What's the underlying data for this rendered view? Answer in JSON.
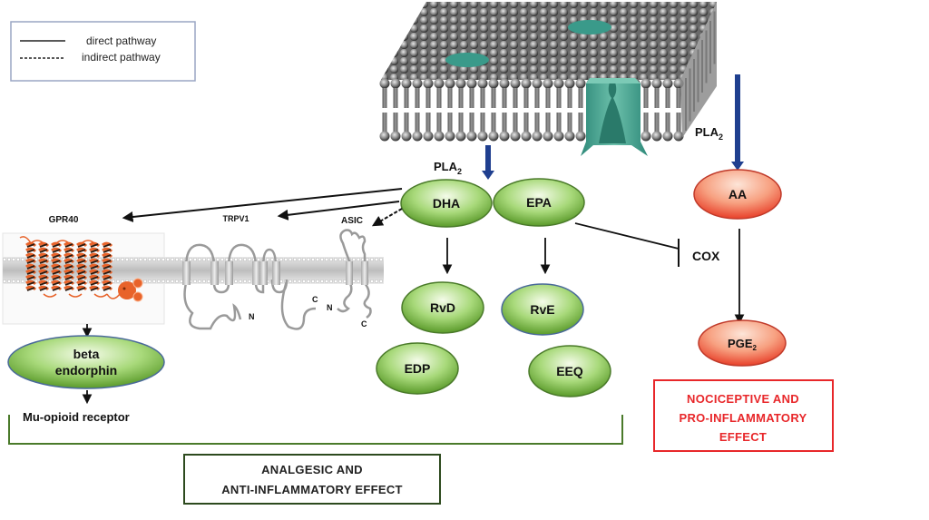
{
  "legend": {
    "items": [
      {
        "style": "solid",
        "label": "direct pathway"
      },
      {
        "style": "dashed",
        "label": "indirect pathway"
      }
    ]
  },
  "enzymes": {
    "pla2_left": {
      "base": "PLA",
      "sub": "2"
    },
    "pla2_right": {
      "base": "PLA",
      "sub": "2"
    }
  },
  "nodes": {
    "dha": "DHA",
    "epa": "EPA",
    "aa": "AA",
    "rvd": "RvD",
    "rve": "RvE",
    "edp": "EDP",
    "eeq": "EEQ",
    "pge2": {
      "base": "PGE",
      "sub": "2"
    },
    "beta_endorphin": {
      "line1": "beta",
      "line2": "endorphin"
    }
  },
  "receptors": {
    "gpr40": "GPR40",
    "trpv1": "TRPV1",
    "asic": "ASIC",
    "cox": "COX",
    "mu_opioid": "Mu-opioid receptor",
    "terminal_n": "N",
    "terminal_c": "C"
  },
  "effects": {
    "analgesic": {
      "line1": "ANALGESIC  AND",
      "line2": "ANTI-INFLAMMATORY  EFFECT"
    },
    "nociceptive": {
      "line1": "NOCICEPTIVE  AND",
      "line2": "PRO-INFLAMMATORY",
      "line3": "EFFECT"
    }
  },
  "colors": {
    "green_node": "#7fbf4a",
    "red_node": "#f0604a",
    "pla2_arrow": "#1f3f8f",
    "membrane_protein": "#3a9a8a",
    "gpr40_helix": "#e8632a",
    "analgesic_border": "#2d4a1e",
    "nociceptive_border": "#e8272a",
    "bracket": "#4a7a2a"
  }
}
